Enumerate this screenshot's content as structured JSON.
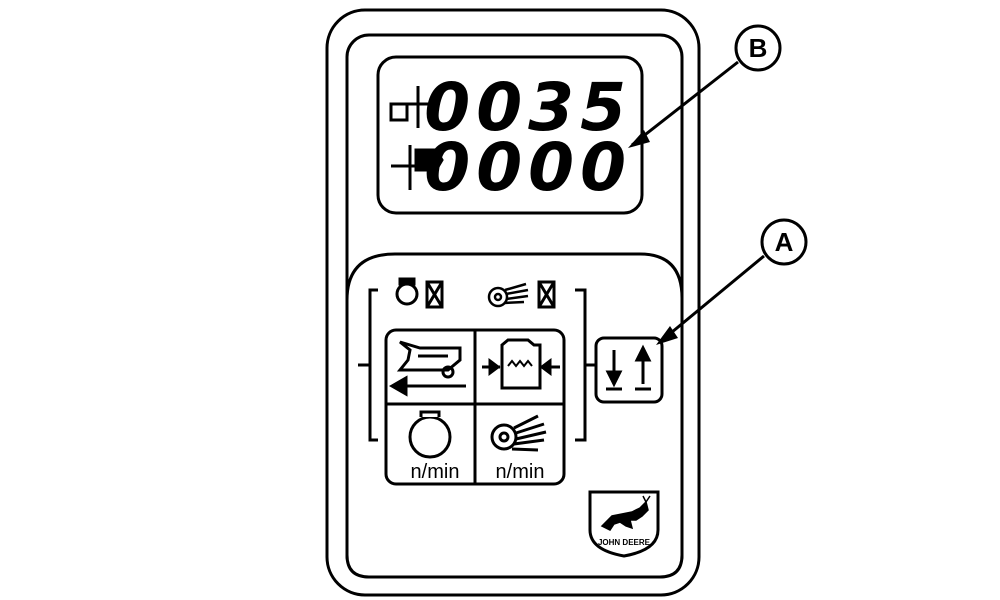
{
  "display": {
    "counter_top": "0035",
    "counter_bottom": "0000"
  },
  "callouts": {
    "a": "A",
    "b": "B"
  },
  "panel": {
    "engine_rpm_unit": "n/min",
    "rotor_rpm_unit": "n/min"
  },
  "logo": {
    "brand_text": "JOHN DEERE"
  },
  "icons": {
    "counter_top_icon": "bale-counter-icon",
    "counter_bottom_icon": "bale-flag-icon",
    "engine_crossed_icon": "engine-crossed-icon",
    "rotor_crossed_icon": "rotor-crossed-icon",
    "baler_icon": "baler-reverse-icon",
    "knotter_icon": "knotter-heater-icon",
    "engine_icon": "engine-speed-icon",
    "rotor_icon": "rotor-speed-icon",
    "toggle_icon": "arrows-up-down-icon",
    "logo_icon": "deer-logo-icon"
  },
  "colors": {
    "ink": "#000000",
    "paper": "#ffffff"
  }
}
